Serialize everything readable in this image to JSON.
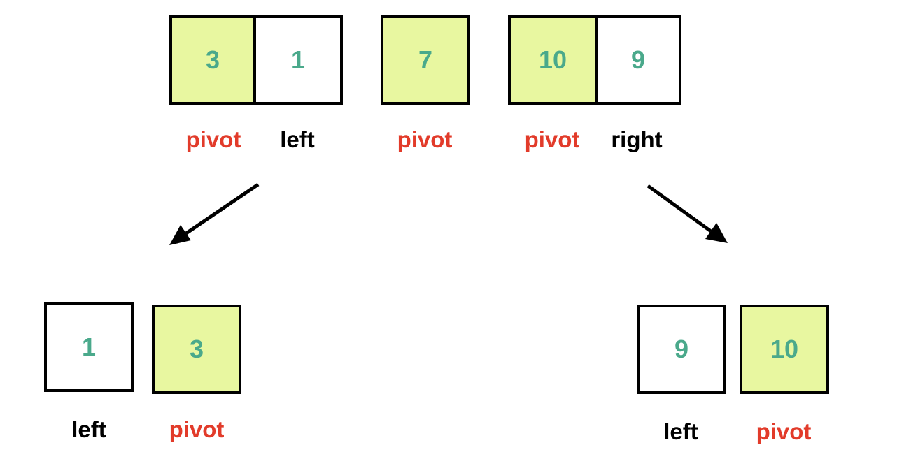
{
  "colors": {
    "pivot_fill": "#e8f7a0",
    "plain_fill": "#ffffff",
    "number_text": "#4aa98b",
    "pivot_label": "#e23b2a",
    "pointer_label": "#000000",
    "border": "#000000"
  },
  "top_row": {
    "group_left": {
      "cells": [
        {
          "value": "3",
          "is_pivot": true
        },
        {
          "value": "1",
          "is_pivot": false
        }
      ],
      "labels": [
        "pivot",
        "left"
      ]
    },
    "group_middle": {
      "cells": [
        {
          "value": "7",
          "is_pivot": true
        }
      ],
      "labels": [
        "pivot"
      ]
    },
    "group_right": {
      "cells": [
        {
          "value": "10",
          "is_pivot": true
        },
        {
          "value": "9",
          "is_pivot": false
        }
      ],
      "labels": [
        "pivot",
        "right"
      ]
    }
  },
  "bottom_left": {
    "cells": [
      {
        "value": "1",
        "is_pivot": false
      },
      {
        "value": "3",
        "is_pivot": true
      }
    ],
    "labels": [
      "left",
      "pivot"
    ]
  },
  "bottom_right": {
    "cells": [
      {
        "value": "9",
        "is_pivot": false
      },
      {
        "value": "10",
        "is_pivot": true
      }
    ],
    "labels": [
      "left",
      "pivot"
    ]
  }
}
